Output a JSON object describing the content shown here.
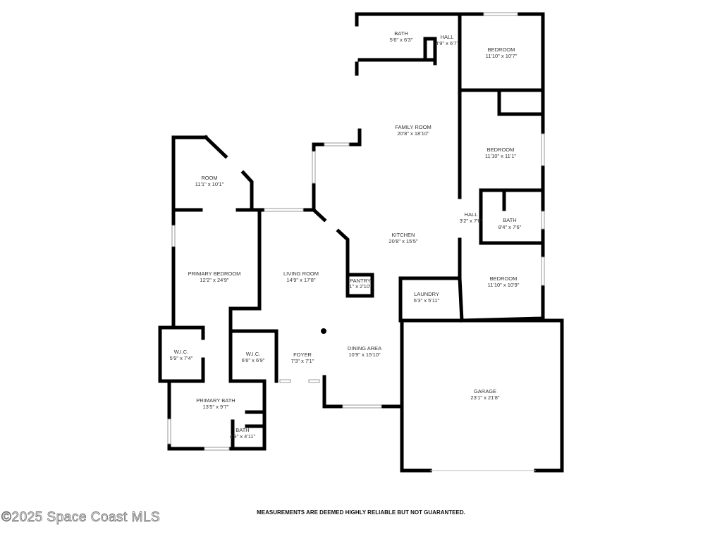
{
  "rooms": [
    {
      "name": "BATH",
      "dims": "5'6\" x 6'3\""
    },
    {
      "name": "HALL",
      "dims": "4'9\" x 6'7\""
    },
    {
      "name": "BEDROOM",
      "dims": "11'10\" x 10'7\""
    },
    {
      "name": "FAMILY ROOM",
      "dims": "20'8\" x 18'10\""
    },
    {
      "name": "BEDROOM",
      "dims": "11'10\" x 11'1\""
    },
    {
      "name": "ROOM",
      "dims": "11'1\" x 10'1\""
    },
    {
      "name": "HALL",
      "dims": "3'2\" x 7'6\""
    },
    {
      "name": "BATH",
      "dims": "8'4\" x 7'6\""
    },
    {
      "name": "KITCHEN",
      "dims": "20'8\" x 15'5\""
    },
    {
      "name": "PRIMARY BEDROOM",
      "dims": "12'2\" x 24'9\""
    },
    {
      "name": "LIVING ROOM",
      "dims": "14'9\" x 17'8\""
    },
    {
      "name": "PANTRY",
      "dims": "1\" x 2'10\""
    },
    {
      "name": "LAUNDRY",
      "dims": "6'3\" x 5'11\""
    },
    {
      "name": "BEDROOM",
      "dims": "11'10\" x 10'9\""
    },
    {
      "name": "W.I.C.",
      "dims": "5'9\" x 7'4\""
    },
    {
      "name": "W.I.C.",
      "dims": "6'6\" x 6'9\""
    },
    {
      "name": "FOYER",
      "dims": "7'3\" x 7'1\""
    },
    {
      "name": "DINING AREA",
      "dims": "10'9\" x 15'10\""
    },
    {
      "name": "GARAGE",
      "dims": "23'1\" x 21'8\""
    },
    {
      "name": "PRIMARY BATH",
      "dims": "13'5\" x 9'7\""
    },
    {
      "name": "BATH",
      "dims": "4'9\" x 4'11\""
    }
  ],
  "footer": {
    "copyright": "©2025 Space Coast MLS",
    "disclaimer": "MEASUREMENTS ARE DEEMED HIGHLY RELIABLE BUT NOT GUARANTEED."
  }
}
